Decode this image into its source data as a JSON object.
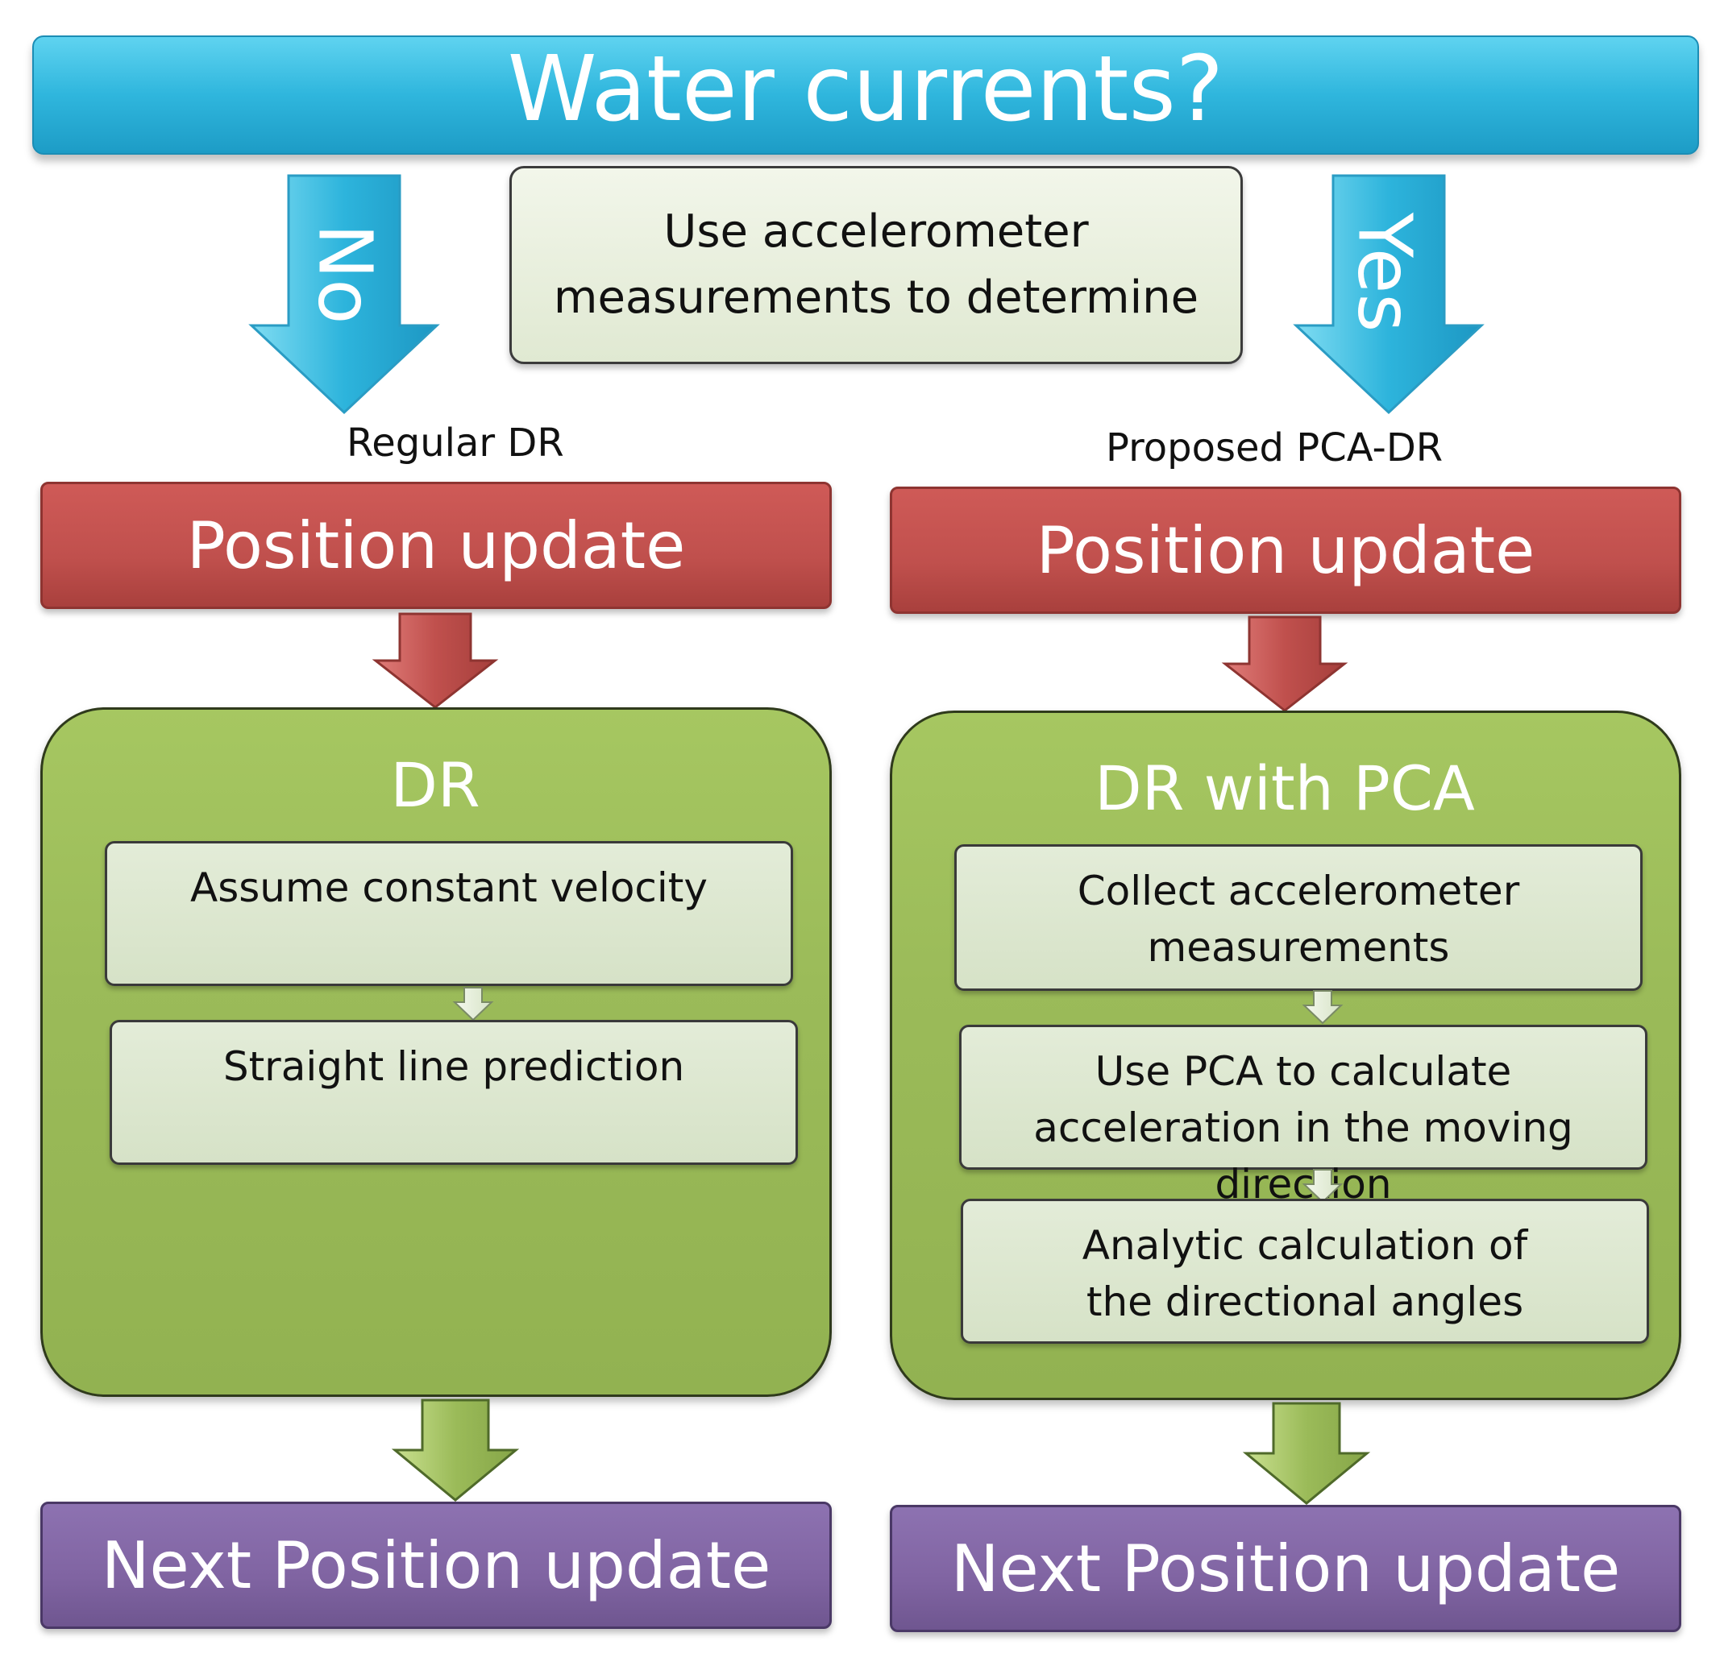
{
  "header": {
    "title": "Water currents?"
  },
  "question": {
    "text": "Use accelerometer measurements to determine"
  },
  "branches": {
    "no": {
      "arrow_label": "No",
      "label": "Regular DR",
      "position_update": "Position update",
      "panel_title": "DR",
      "steps": [
        "Assume constant velocity",
        "Straight line prediction"
      ],
      "next": "Next Position update"
    },
    "yes": {
      "arrow_label": "Yes",
      "label": "Proposed PCA-DR",
      "position_update": "Position update",
      "panel_title": "DR with PCA",
      "steps": [
        "Collect accelerometer measurements",
        "Use PCA to calculate acceleration in the moving direction",
        "Analytic calculation of the directional angles"
      ],
      "next": "Next Position update"
    }
  },
  "colors": {
    "header": "#31B6DD",
    "position_update": "#C0504D",
    "panel": "#9BBB59",
    "step": "#D7E4C7",
    "next_update": "#8064A2"
  }
}
